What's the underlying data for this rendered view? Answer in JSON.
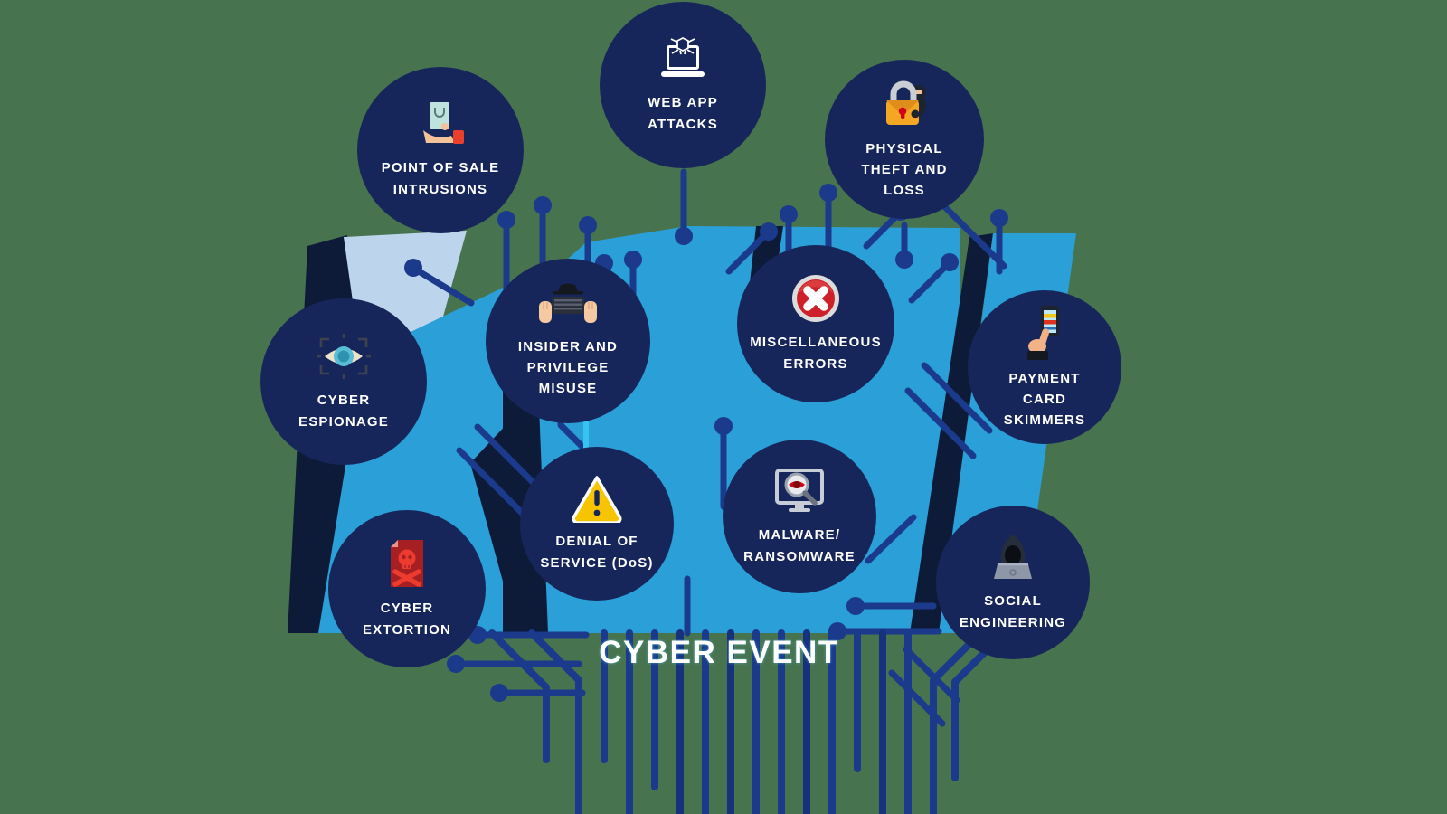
{
  "title": "CYBER EVENT",
  "colors": {
    "background_green": "#48734F",
    "bubble_navy": "#17265A",
    "trace_blue": "#1B3A8C",
    "mass_blue": "#2B9FD8",
    "pale_blue": "#BCD5ED",
    "shadow_navy": "#0D1B38",
    "accent_cyan": "#36C3F2",
    "label_text": "#FFFFFF"
  },
  "nodes": [
    {
      "id": "point-of-sale-intrusions",
      "label": "POINT OF SALE\nINTRUSIONS",
      "icon": "hand-shopping-bag-icon"
    },
    {
      "id": "web-app-attacks",
      "label": "WEB APP\nATTACKS",
      "icon": "laptop-spider-icon"
    },
    {
      "id": "physical-theft-and-loss",
      "label": "PHYSICAL\nTHEFT AND\nLOSS",
      "icon": "padlock-thief-icon"
    },
    {
      "id": "insider-and-privilege-misuse",
      "label": "INSIDER AND\nPRIVILEGE\nMISUSE",
      "icon": "keyboard-hands-icon"
    },
    {
      "id": "miscellaneous-errors",
      "label": "MISCELLANEOUS\nERRORS",
      "icon": "error-cross-icon"
    },
    {
      "id": "payment-card-skimmers",
      "label": "PAYMENT\nCARD\nSKIMMERS",
      "icon": "hand-phone-skimmer-icon"
    },
    {
      "id": "cyber-espionage",
      "label": "CYBER\nESPIONAGE",
      "icon": "eye-crosshair-icon"
    },
    {
      "id": "denial-of-service",
      "label": "DENIAL OF\nSERVICE (DoS)",
      "icon": "warning-triangle-icon"
    },
    {
      "id": "malware-ransomware",
      "label": "MALWARE/\nRANSOMWARE",
      "icon": "monitor-magnifier-bug-icon"
    },
    {
      "id": "cyber-extortion",
      "label": "CYBER\nEXTORTION",
      "icon": "skull-document-icon"
    },
    {
      "id": "social-engineering",
      "label": "SOCIAL\nENGINEERING",
      "icon": "hooded-hacker-laptop-icon"
    }
  ]
}
